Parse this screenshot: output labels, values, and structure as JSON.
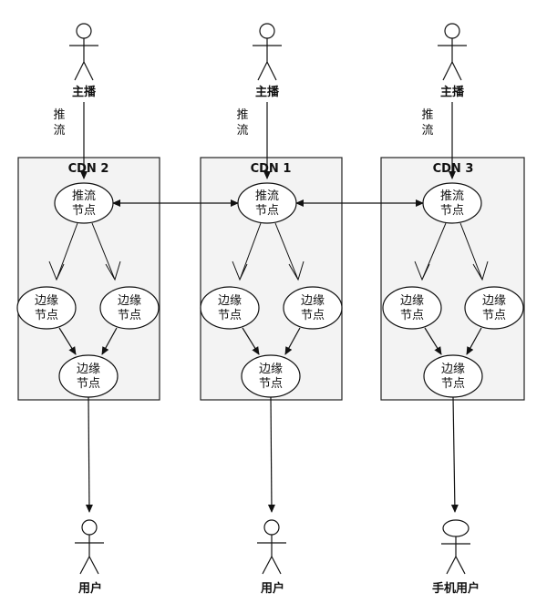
{
  "cdn_boxes": [
    {
      "title": "CDN 2"
    },
    {
      "title": "CDN 1"
    },
    {
      "title": "CDN 3"
    }
  ],
  "node_labels": {
    "push_line1": "推流",
    "push_line2": "节点",
    "edge_line1": "边缘",
    "edge_line2": "节点"
  },
  "actors": {
    "broadcaster": "主播",
    "user": "用户",
    "mobile_user": "手机用户"
  },
  "push_label_chars": [
    "推",
    "流"
  ]
}
